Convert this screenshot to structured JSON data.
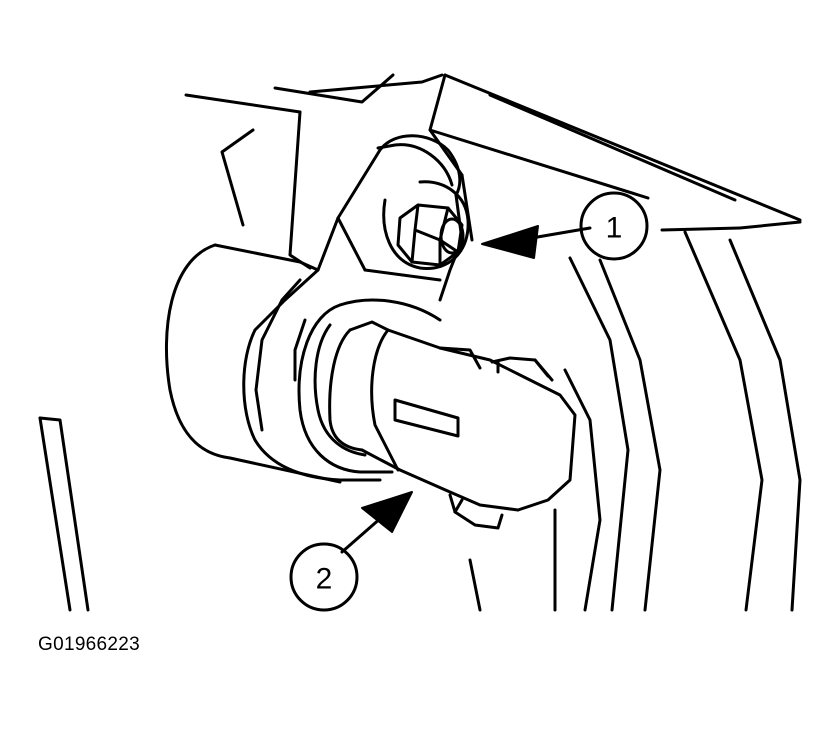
{
  "figure": {
    "id": "G01966223"
  },
  "callouts": [
    {
      "number": "1",
      "part": "bolt"
    },
    {
      "number": "2",
      "part": "sensor-connector"
    }
  ],
  "colors": {
    "line": "#000000",
    "background": "#ffffff"
  }
}
